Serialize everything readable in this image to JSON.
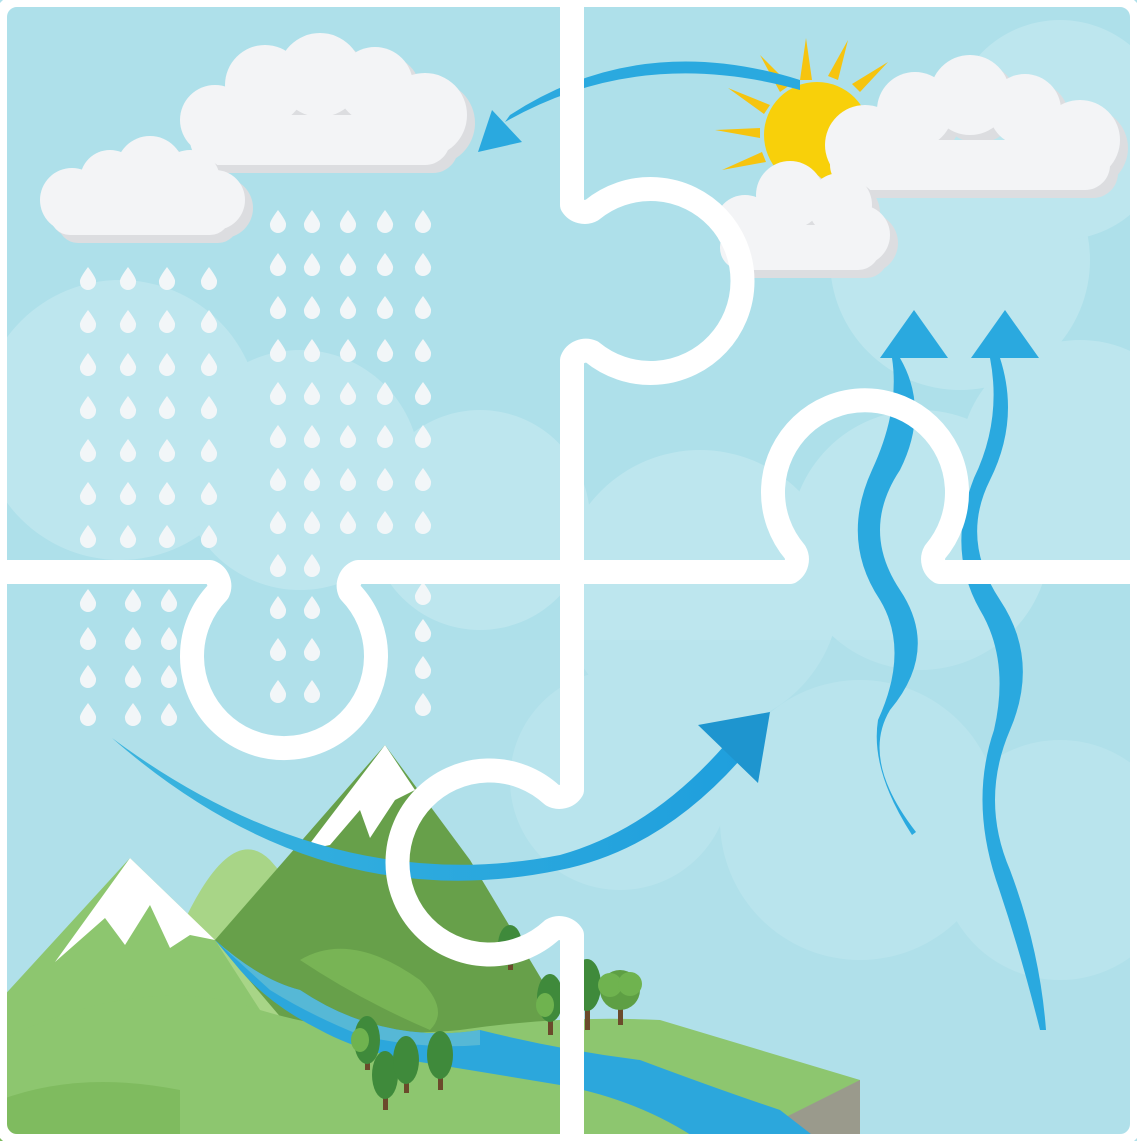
{
  "diagram": {
    "kind": "water-cycle-puzzle",
    "pieces": [
      "top-left",
      "top-right",
      "bottom-left",
      "bottom-right"
    ],
    "stages": [
      "precipitation",
      "collection",
      "evaporation",
      "condensation"
    ],
    "icons": [
      "sun-icon",
      "cloud-icon",
      "raindrop-icon",
      "mountain-icon",
      "river-icon",
      "tree-icon",
      "arrow-icon"
    ],
    "colors": {
      "sky": "#aee0ea",
      "sky_light": "#bde6ee",
      "cloud": "#f3f4f6",
      "cloud_shadow": "#dcdde0",
      "rain": "#f2f6f8",
      "sun": "#f8d00a",
      "sun_ray": "#f6c40f",
      "arrow": "#2aa9df",
      "arrow_dark": "#1e95cf",
      "mountain_green": "#67a04a",
      "hill_green": "#8dc66f",
      "snow": "#ffffff",
      "river": "#2ca7dc",
      "tree": "#3f8a3b",
      "puzzle_line": "#ffffff"
    }
  }
}
